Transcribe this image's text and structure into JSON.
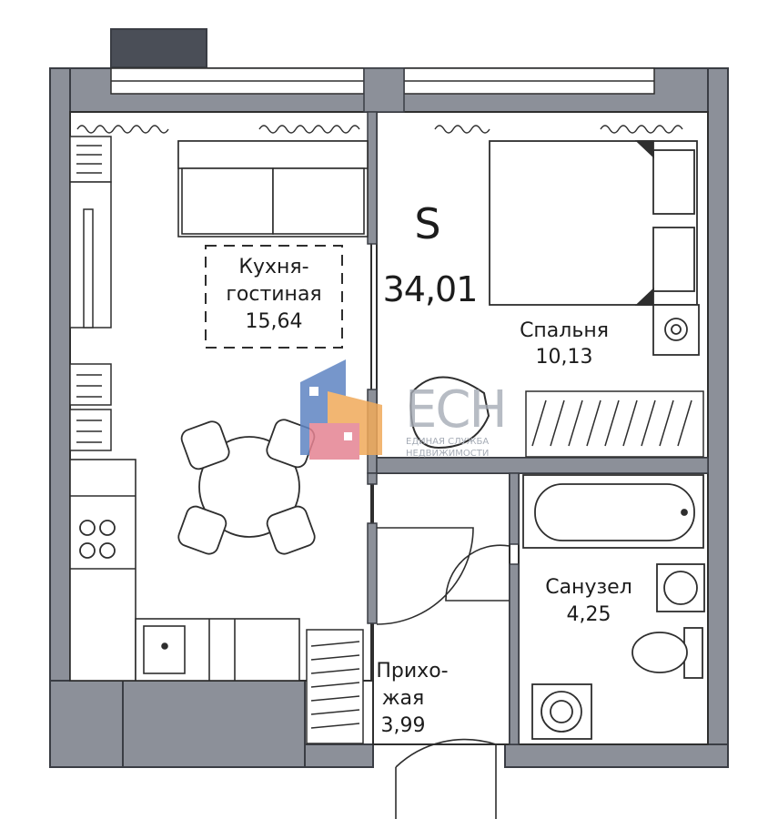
{
  "plan": {
    "total_area_letter": "S",
    "total_area": "34,01",
    "rooms": [
      {
        "name_line1": "Кухня-",
        "name_line2": "гостиная",
        "area": "15,64"
      },
      {
        "name_line1": "Спальня",
        "area": "10,13"
      },
      {
        "name_line1": "Санузел",
        "area": "4,25"
      },
      {
        "name_line1": "Прихо-",
        "name_line2": "жая",
        "area": "3,99"
      }
    ]
  },
  "watermark": {
    "logo": "ЕСН",
    "line1": "ЕДИНАЯ СЛУЖБА",
    "line2": "НЕДВИЖИМОСТИ"
  },
  "colors": {
    "wall": "#8c9099",
    "wall_stroke": "#3a3d44",
    "line": "#2e2e2e",
    "logo_blue": "#5f84c2",
    "logo_orange": "#f0aa5a",
    "logo_pink": "#e58392"
  }
}
